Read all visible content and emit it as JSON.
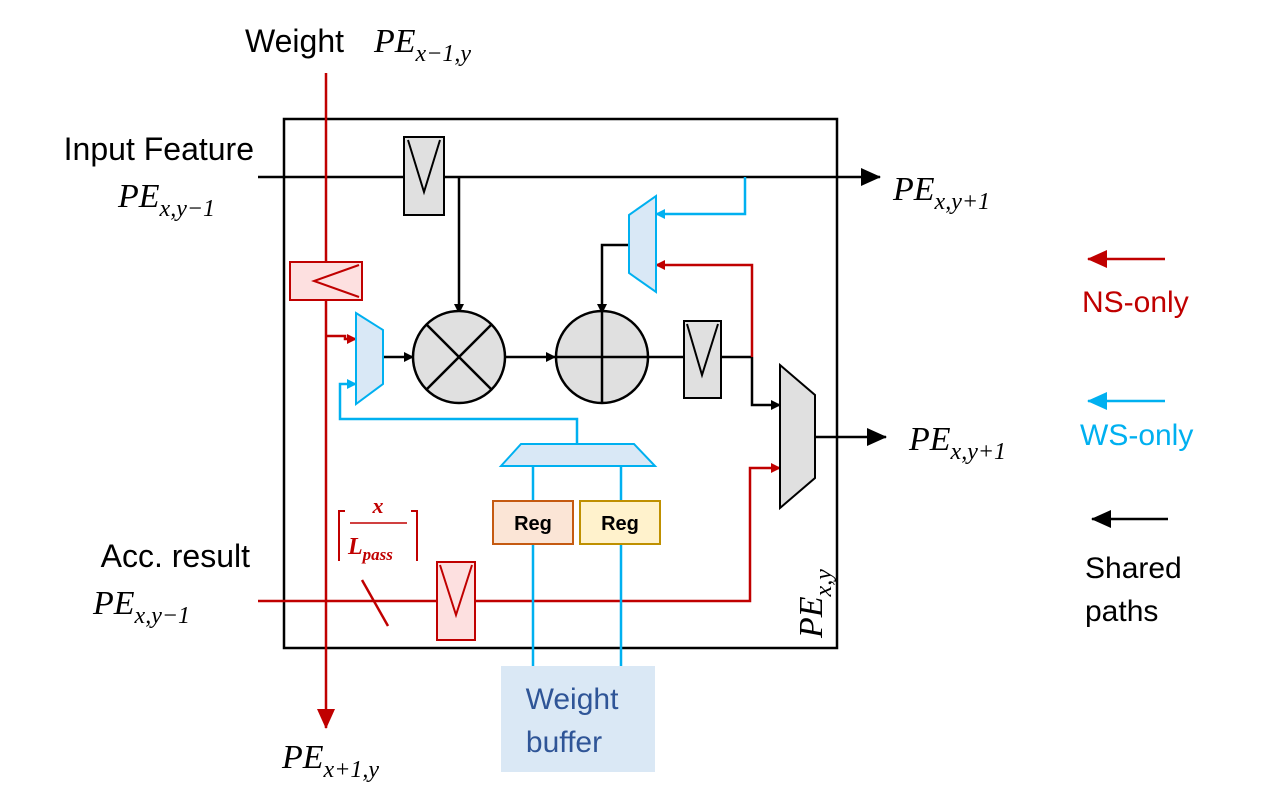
{
  "labels": {
    "weight_text": "Weight",
    "input_feature": "Input Feature",
    "acc_result": "Acc. result",
    "weight_buffer_line1": "Weight",
    "weight_buffer_line2": "buffer",
    "reg1": "Reg",
    "reg2": "Reg",
    "fraction_numerator": "x",
    "fraction_denominator_main": "L",
    "fraction_denominator_sub": "pass"
  },
  "math_labels": {
    "pe_top": {
      "main": "PE",
      "sub": "x−1,y"
    },
    "pe_input_left": {
      "main": "PE",
      "sub": "x,y−1"
    },
    "pe_acc_left": {
      "main": "PE",
      "sub": "x,y−1"
    },
    "pe_right_top": {
      "main": "PE",
      "sub": "x,y+1"
    },
    "pe_right_mid": {
      "main": "PE",
      "sub": "x,y+1"
    },
    "pe_bottom": {
      "main": "PE",
      "sub": "x+1,y"
    },
    "pe_box": {
      "main": "PE",
      "sub": "x,y"
    }
  },
  "legend": {
    "ns_only": "NS-only",
    "ws_only": "WS-only",
    "shared_line1": "Shared",
    "shared_line2": "paths"
  },
  "colors": {
    "ns": "#c00000",
    "ws": "#00b0f0",
    "shared": "#000000",
    "weight_buffer_text": "#2f5597",
    "weight_buffer_fill": "#dae8f5"
  }
}
